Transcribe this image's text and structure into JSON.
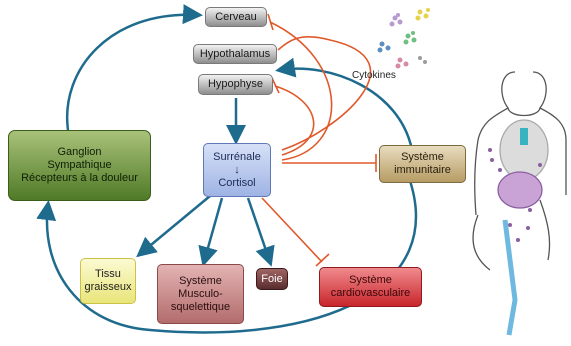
{
  "nodes": {
    "cerveau": "Cerveau",
    "hypothalamus": "Hypothalamus",
    "hypophyse": "Hypophyse",
    "surrenale": "Surrénale\n↓\nCortisol",
    "ganglion": "Ganglion\nSympathique\nRécepteurs à la douleur",
    "immunitaire": "Système\nimmunitaire",
    "tissu": "Tissu\ngraisseux",
    "musculo": "Système\nMusculo-\nsquelettique",
    "foie": "Foie",
    "cardio": "Système\ncardiovasculaire"
  },
  "cytokines_label": "Cytokines",
  "colors": {
    "stimulation_arrow": "#1f6b8e",
    "inhibition_line": "#e0592a",
    "ganglion_fill": "#6f9a3a",
    "surrenale_fill": "#b9c9ee",
    "immunitaire_fill": "#c9b48a",
    "tissu_fill": "#f2f0a0",
    "musculo_fill": "#c98a8a",
    "foie_fill": "#6b3a3a",
    "cardio_fill": "#e0454a",
    "body_outline": "#555555"
  },
  "icons": [
    "cytokine-cluster-icon",
    "human-body-illustration"
  ]
}
